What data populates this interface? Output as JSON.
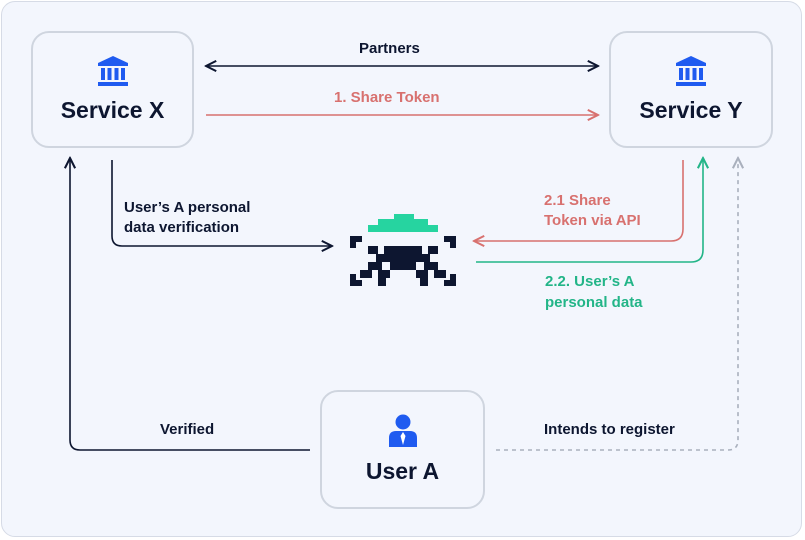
{
  "nodes": {
    "service_x": {
      "label": "Service X",
      "icon": "bank-icon"
    },
    "service_y": {
      "label": "Service Y",
      "icon": "bank-icon"
    },
    "user_a": {
      "label": "User A",
      "icon": "user-icon"
    }
  },
  "center_icon": "verification-robot-icon",
  "edges": {
    "partners": "Partners",
    "share_token": "1. Share Token",
    "personal_verification_line1": "User’s A personal",
    "personal_verification_line2": "data verification",
    "share_token_api_line1": "2.1 Share",
    "share_token_api_line2": "Token via API",
    "personal_data_line1": "2.2. User’s A",
    "personal_data_line2": "personal data",
    "verified": "Verified",
    "intends": "Intends to register"
  },
  "colors": {
    "dark": "#0d1630",
    "red": "#d8716f",
    "green": "#23b588",
    "blue_icon": "#1f5bf0",
    "gray_dashed": "#a9b0bd"
  }
}
